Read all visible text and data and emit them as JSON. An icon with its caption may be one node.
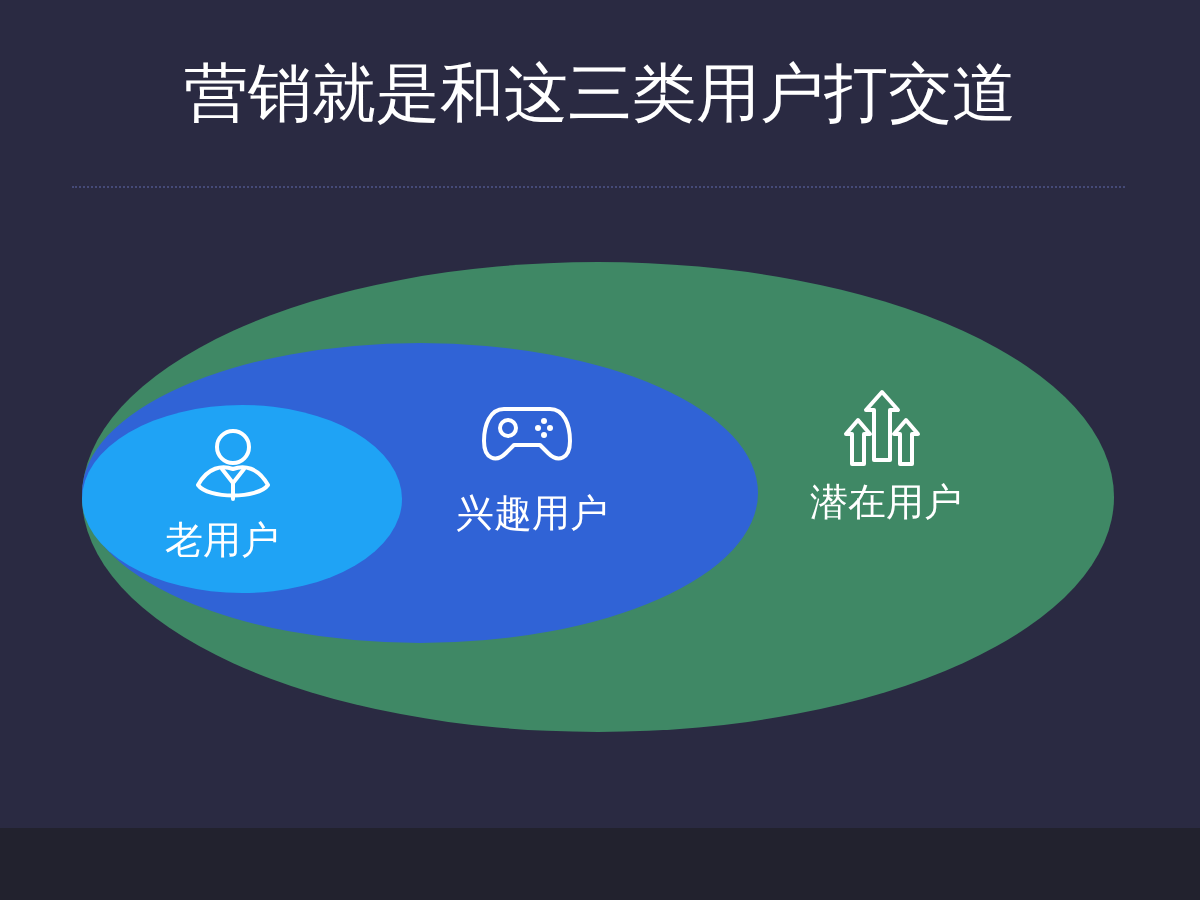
{
  "diagram": {
    "title": "营销就是和这三类用户打交道",
    "nodes": [
      {
        "text": [
          "潜在用户"
        ]
      },
      {
        "text": [
          "兴趣用户"
        ],
        "in": 0
      },
      {
        "text": [
          "老用户"
        ],
        "in": 1
      }
    ]
  }
}
